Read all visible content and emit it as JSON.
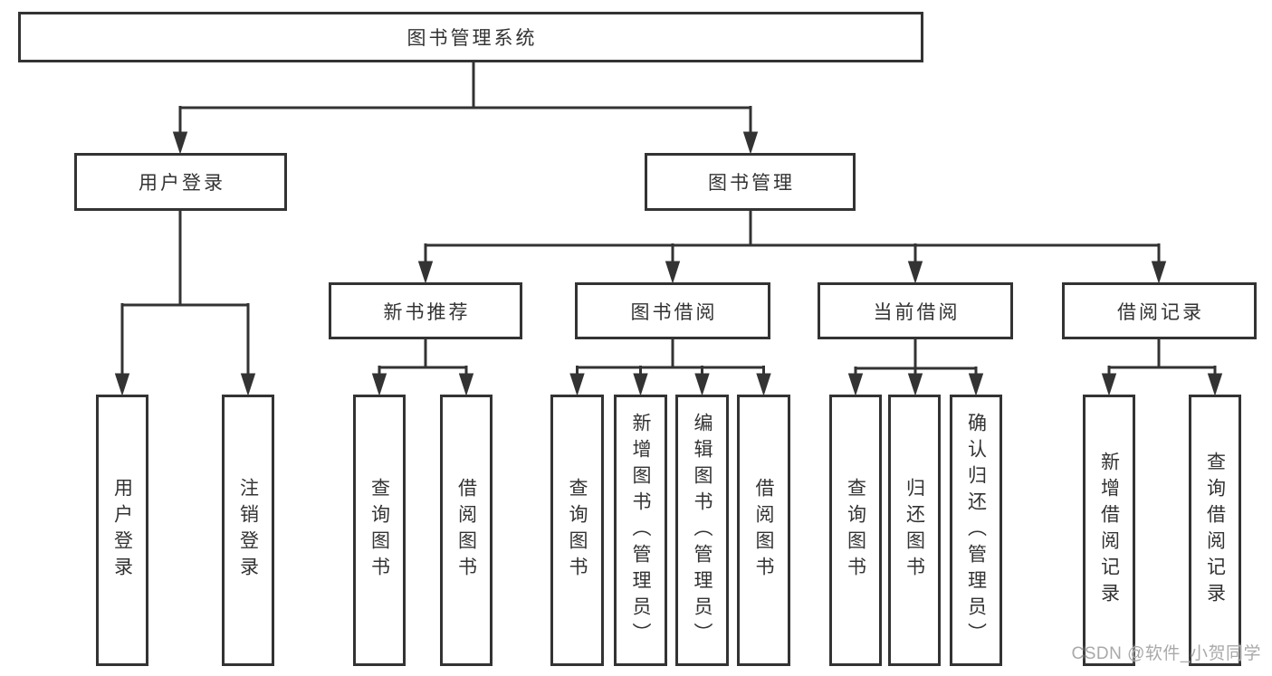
{
  "colors": {
    "background": "#ffffff",
    "line": "#333333",
    "box_border": "#333333",
    "text": "#333333",
    "watermark": "#a9a9a9"
  },
  "watermark": {
    "text": "CSDN @软件_小贺同学"
  },
  "tree": {
    "root": {
      "label": "图书管理系统",
      "children": [
        {
          "label": "用户登录",
          "children": [
            {
              "label": "用户登录"
            },
            {
              "label": "注销登录"
            }
          ]
        },
        {
          "label": "图书管理",
          "children": [
            {
              "label": "新书推荐",
              "children": [
                {
                  "label": "查询图书"
                },
                {
                  "label": "借阅图书"
                }
              ]
            },
            {
              "label": "图书借阅",
              "children": [
                {
                  "label": "查询图书"
                },
                {
                  "label": "新增图书（管理员）"
                },
                {
                  "label": "编辑图书（管理员）"
                },
                {
                  "label": "借阅图书"
                }
              ]
            },
            {
              "label": "当前借阅",
              "children": [
                {
                  "label": "查询图书"
                },
                {
                  "label": "归还图书"
                },
                {
                  "label": "确认归还（管理员）"
                }
              ]
            },
            {
              "label": "借阅记录",
              "children": [
                {
                  "label": "新增借阅记录"
                },
                {
                  "label": "查询借阅记录"
                }
              ]
            }
          ]
        }
      ]
    }
  }
}
